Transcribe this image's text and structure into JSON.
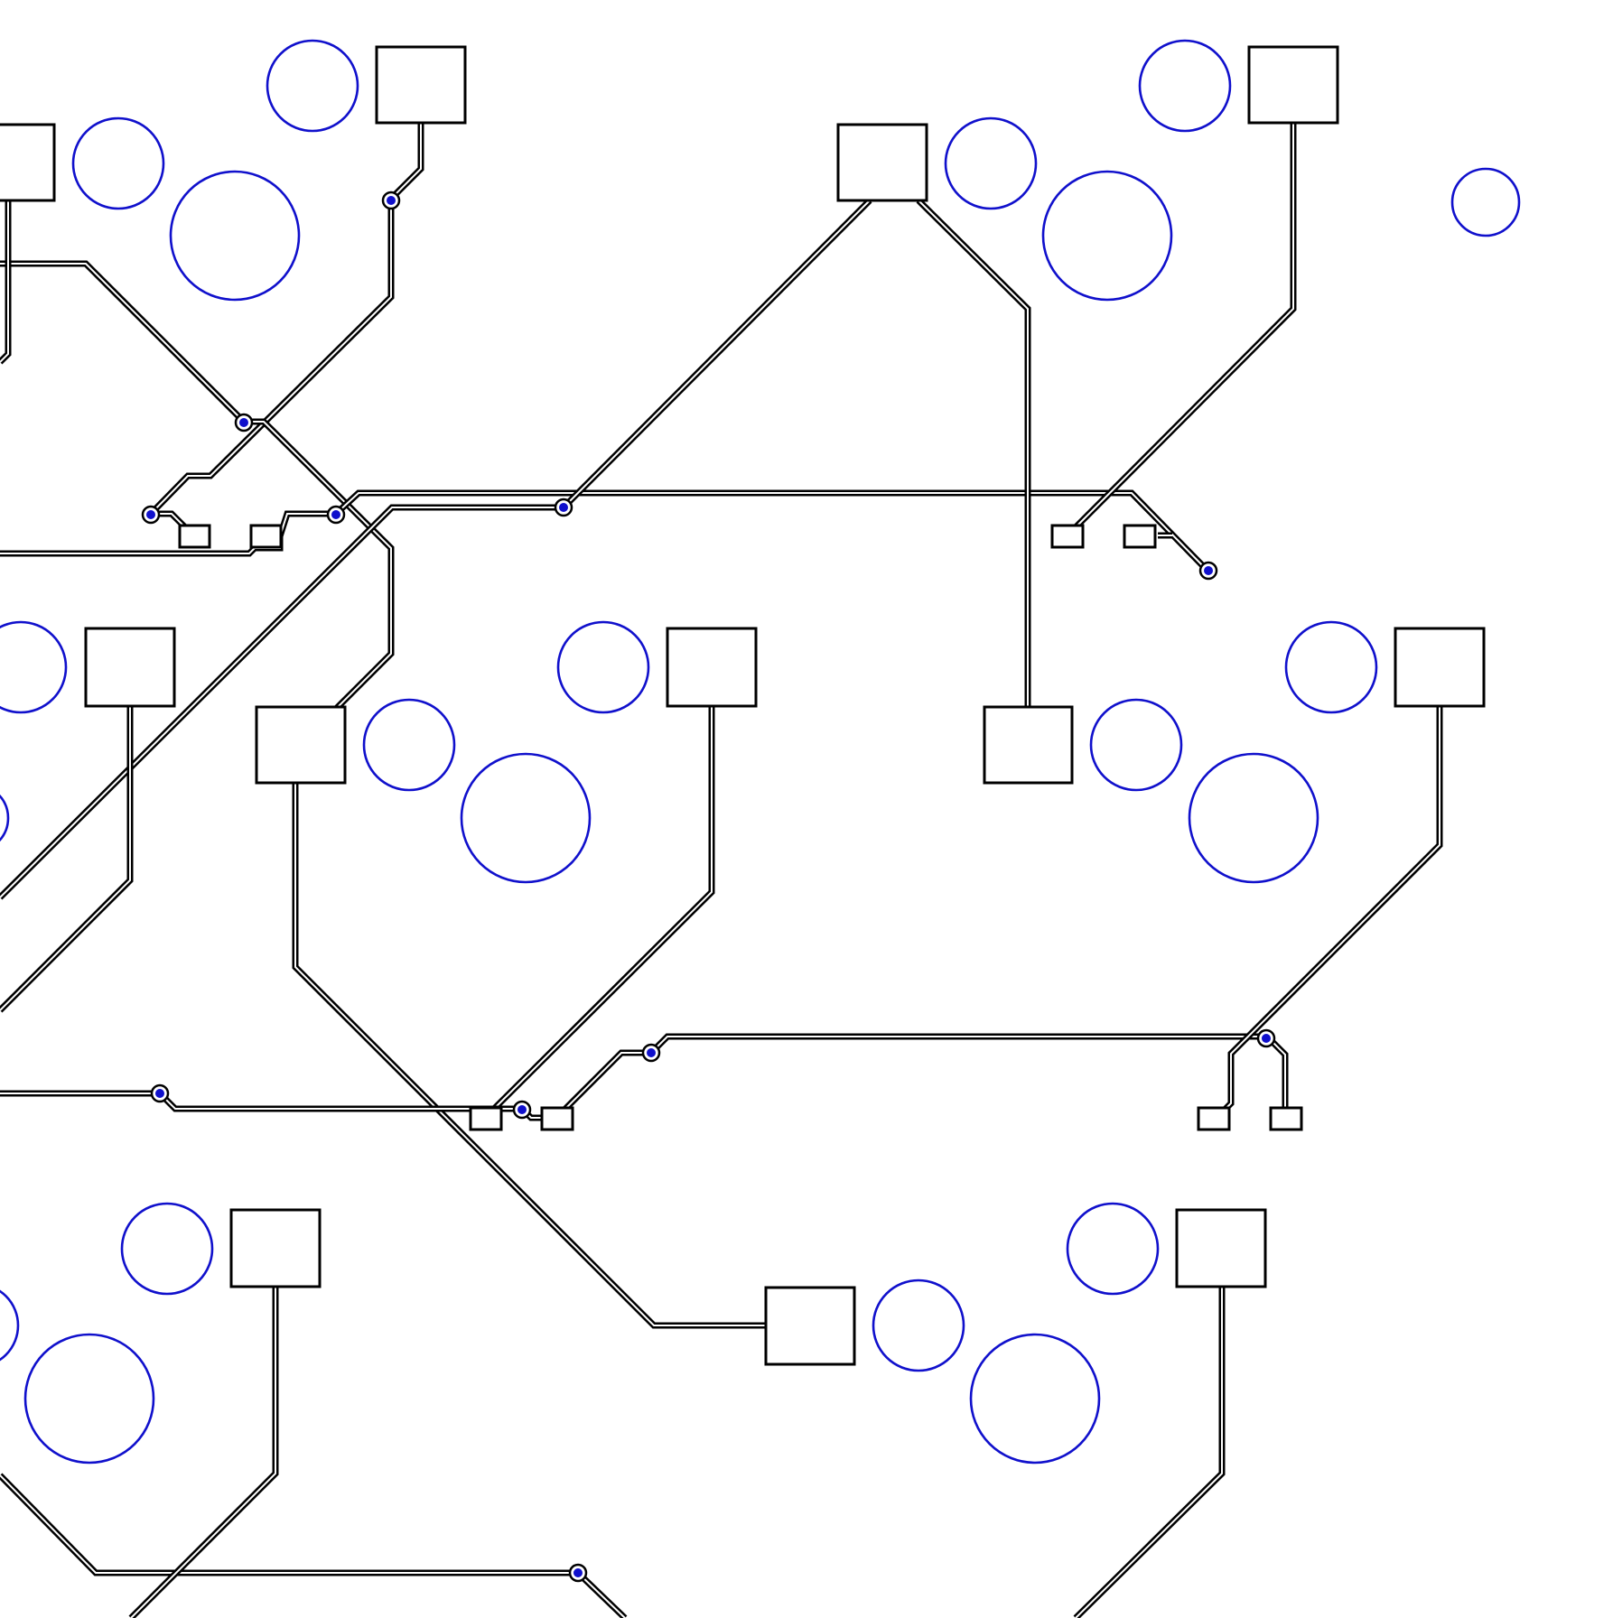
{
  "diagram": {
    "kind": "pcb-layout",
    "colors": {
      "background": "#ffffff",
      "copper": "#000000",
      "drill": "#1010cc"
    },
    "component_group_count": 12,
    "trace_count": 17,
    "via_count": 13
  }
}
